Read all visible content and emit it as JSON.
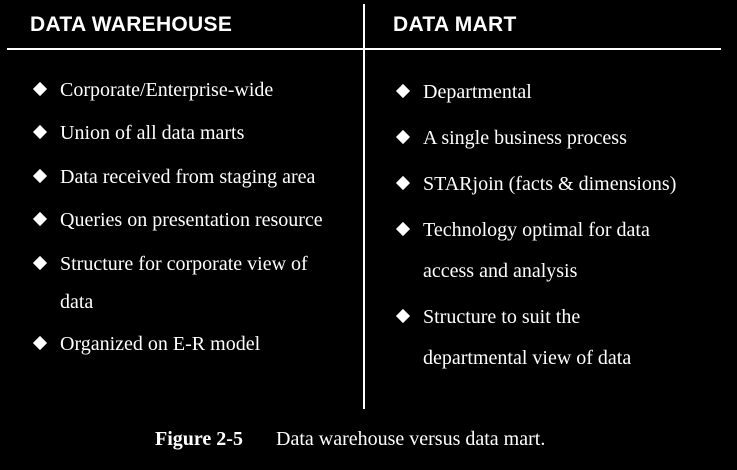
{
  "table": {
    "left_header": "DATA WAREHOUSE",
    "right_header": "DATA MART",
    "left_items": [
      {
        "lines": [
          "Corporate/Enterprise-wide"
        ]
      },
      {
        "lines": [
          "Union of all data marts"
        ]
      },
      {
        "lines": [
          "Data received from staging area"
        ]
      },
      {
        "lines": [
          "Queries on presentation resource"
        ]
      },
      {
        "lines": [
          "Structure for corporate view of",
          "data"
        ]
      },
      {
        "lines": [
          "Organized on E-R model"
        ]
      }
    ],
    "right_items": [
      {
        "lines": [
          "Departmental"
        ]
      },
      {
        "lines": [
          "A single business process"
        ]
      },
      {
        "lines": [
          "STARjoin (facts & dimensions)"
        ]
      },
      {
        "lines": [
          "Technology optimal for data",
          "access and analysis"
        ]
      },
      {
        "lines": [
          "Structure to suit the",
          "departmental view of data"
        ]
      }
    ]
  },
  "caption": {
    "label": "Figure 2-5",
    "text": "Data warehouse versus data mart."
  },
  "colors": {
    "background": "#000000",
    "foreground": "#ffffff"
  }
}
